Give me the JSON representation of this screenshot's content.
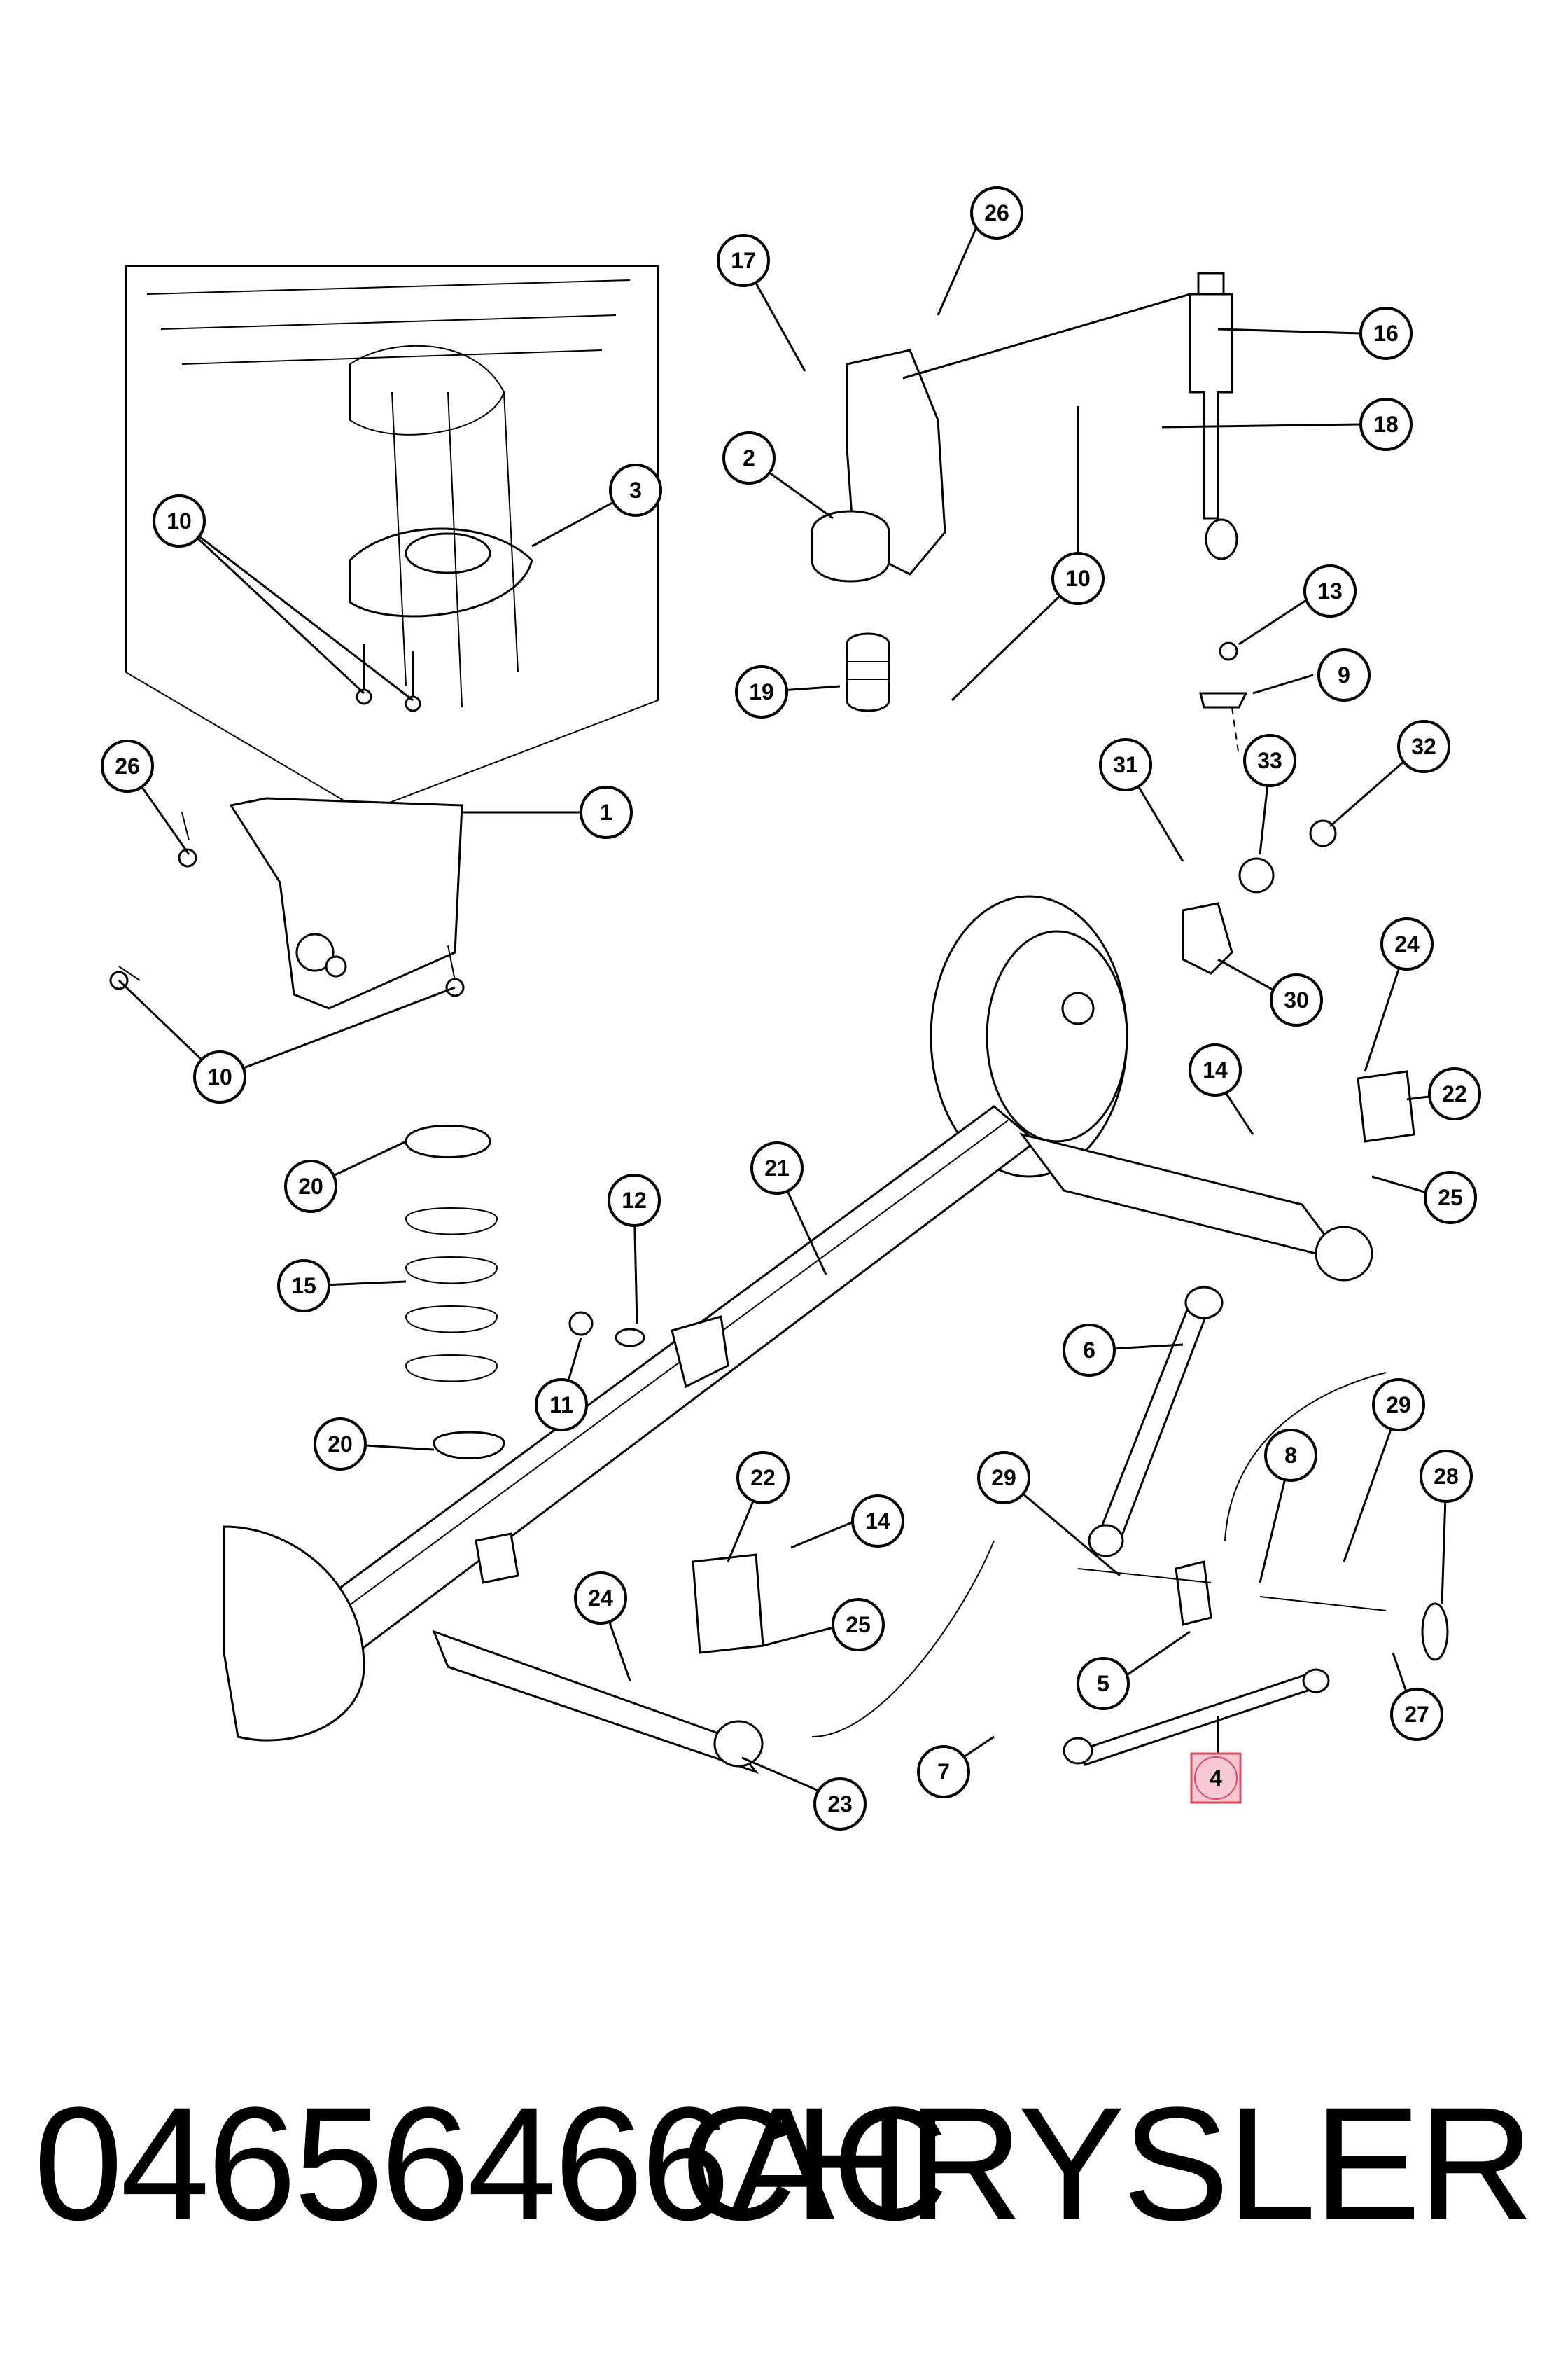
{
  "footer": {
    "part_number": "04656466AC",
    "brand": "CHRYSLER"
  },
  "highlight": {
    "callout": "4",
    "color": "#f7c9d4",
    "border": "#e0485f"
  },
  "callouts": [
    {
      "label": "26"
    },
    {
      "label": "17"
    },
    {
      "label": "16"
    },
    {
      "label": "18"
    },
    {
      "label": "2"
    },
    {
      "label": "10"
    },
    {
      "label": "19"
    },
    {
      "label": "13"
    },
    {
      "label": "9"
    },
    {
      "label": "10"
    },
    {
      "label": "3"
    },
    {
      "label": "26"
    },
    {
      "label": "1"
    },
    {
      "label": "10"
    },
    {
      "label": "31"
    },
    {
      "label": "33"
    },
    {
      "label": "32"
    },
    {
      "label": "24"
    },
    {
      "label": "30"
    },
    {
      "label": "14"
    },
    {
      "label": "22"
    },
    {
      "label": "25"
    },
    {
      "label": "20"
    },
    {
      "label": "12"
    },
    {
      "label": "21"
    },
    {
      "label": "15"
    },
    {
      "label": "11"
    },
    {
      "label": "6"
    },
    {
      "label": "20"
    },
    {
      "label": "29"
    },
    {
      "label": "8"
    },
    {
      "label": "28"
    },
    {
      "label": "22"
    },
    {
      "label": "14"
    },
    {
      "label": "29"
    },
    {
      "label": "24"
    },
    {
      "label": "25"
    },
    {
      "label": "5"
    },
    {
      "label": "27"
    },
    {
      "label": "7"
    },
    {
      "label": "4"
    },
    {
      "label": "23"
    }
  ]
}
